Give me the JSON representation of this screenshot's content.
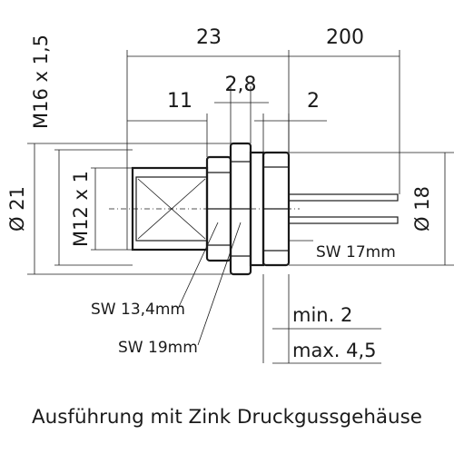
{
  "dimensions": {
    "length_total": "23",
    "wire_length": "200",
    "thread_length": "11",
    "nut_width": "2,8",
    "gap": "2",
    "outer_thread": "M16 x 1,5",
    "diameter_21": "Ø 21",
    "inner_thread": "M12 x 1",
    "diameter_18": "Ø 18",
    "wrench_17": "SW 17mm",
    "wrench_13": "SW 13,4mm",
    "wrench_19": "SW 19mm",
    "panel_min": "min. 2",
    "panel_max": "max. 4,5"
  },
  "caption": "Ausführung mit Zink Druckgussgehäuse"
}
